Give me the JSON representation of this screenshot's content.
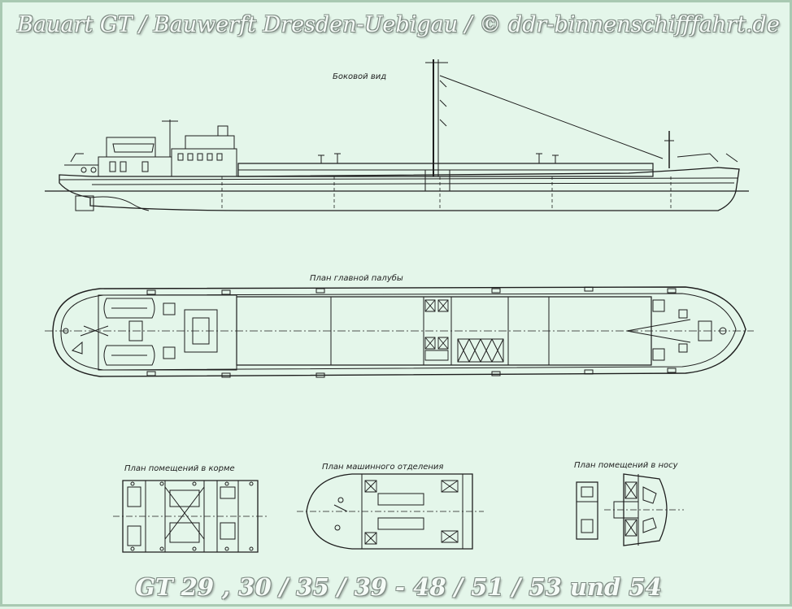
{
  "header": {
    "title": "Bauart GT / Bauwerft Dresden-Uebigau  /  © ddr-binnenschifffahrt.de"
  },
  "views": {
    "side_view": "Боковой вид",
    "main_deck_plan": "План главной палубы",
    "aft_rooms_plan": "План помещений в корме",
    "engine_room_plan": "План машинного отделения",
    "bow_rooms_plan": "План помещений в носу"
  },
  "footer": {
    "title": "GT 29 , 30 / 35 / 39 - 48 / 51 / 53 und 54"
  },
  "colors": {
    "background": "#e4f6ea",
    "line": "#1e1e1e",
    "title_fill": "#f5fbf7",
    "title_outline": "#7f8c84"
  }
}
